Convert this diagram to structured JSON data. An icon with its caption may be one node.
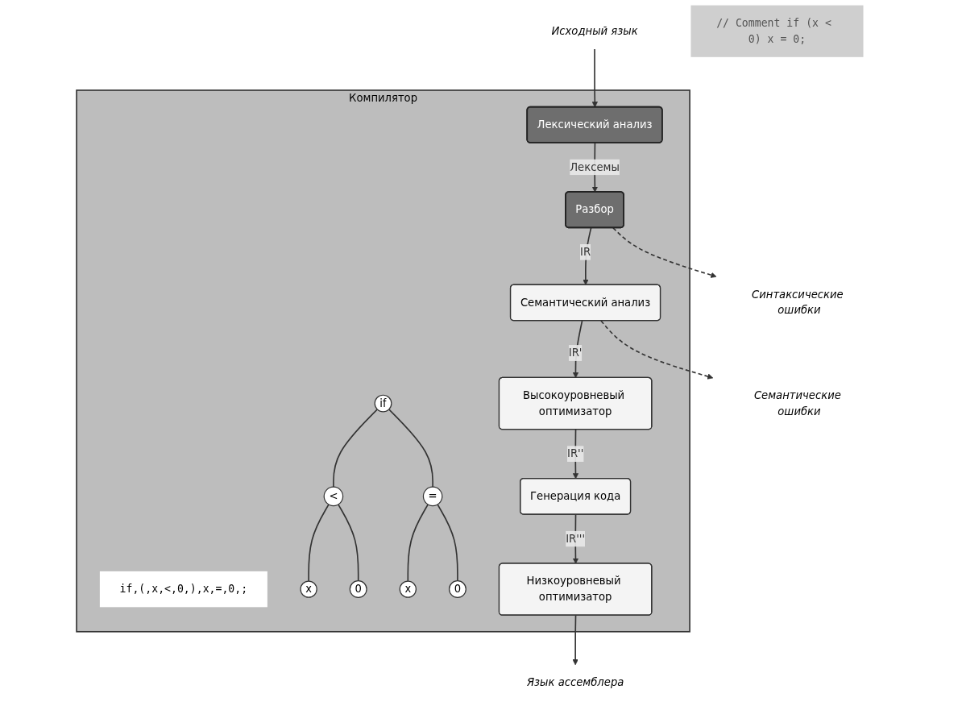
{
  "diagram": {
    "nodes": [
      {
        "text": [
          "Исходный язык"
        ]
      },
      {
        "text": [
          "// Comment if (x < 0) x = 0;"
        ]
      },
      {
        "text": [
          "Компилятор"
        ]
      },
      {
        "text": [
          "Лексический анализ"
        ],
        "in": 2
      },
      {
        "text": [
          "if,(,x,<,0,),x,=,0,;"
        ],
        "in": 2
      },
      {
        "text": [
          "Разбор"
        ],
        "in": 2
      },
      {
        "text": [
          "Семантический анализ"
        ],
        "in": 2
      },
      {
        "text": [
          "Высокоуровневый оптимизатор"
        ],
        "in": 2
      },
      {
        "text": [
          "Генерация кода"
        ],
        "in": 2
      },
      {
        "text": [
          "if"
        ],
        "in": 2
      },
      {
        "text": [
          "<"
        ],
        "in": 2
      },
      {
        "text": [
          "="
        ],
        "in": 2
      },
      {
        "text": [
          "x"
        ],
        "in": 2
      },
      {
        "text": [
          "0"
        ],
        "in": 2
      },
      {
        "text": [
          "x"
        ],
        "in": 2
      },
      {
        "text": [
          "0"
        ],
        "in": 2
      },
      {
        "text": [
          "Низкоуровневый оптимизатор"
        ],
        "in": 2
      },
      {
        "text": [
          "Синтаксические ошибки"
        ]
      },
      {
        "text": [
          "Семантические ошибки"
        ]
      },
      {
        "text": [
          "Язык ассемблера"
        ]
      }
    ],
    "edges": [
      {
        "from": 0,
        "to": 3,
        "arrow": "to"
      },
      {
        "from": 3,
        "to": 5,
        "arrow": "to",
        "label": "Лексемы"
      },
      {
        "from": 5,
        "to": 6,
        "arrow": "to",
        "label": "IR"
      },
      {
        "from": 6,
        "to": 7,
        "arrow": "to",
        "label": "IR'"
      },
      {
        "from": 7,
        "to": 8,
        "arrow": "to",
        "label": "IR''"
      },
      {
        "from": 8,
        "to": 16,
        "arrow": "to",
        "label": "IR'''"
      },
      {
        "from": 5,
        "to": 17,
        "arrow": "to",
        "style": "dashed"
      },
      {
        "from": 6,
        "to": 18,
        "arrow": "to",
        "style": "dashed"
      },
      {
        "from": 16,
        "to": 19,
        "arrow": "to"
      },
      {
        "from": 9,
        "to": 10,
        "arrow": "none"
      },
      {
        "from": 9,
        "to": 11,
        "arrow": "none"
      },
      {
        "from": 10,
        "to": 12,
        "arrow": "none"
      },
      {
        "from": 10,
        "to": 13,
        "arrow": "none"
      },
      {
        "from": 11,
        "to": 14,
        "arrow": "none"
      },
      {
        "from": 11,
        "to": 15,
        "arrow": "none"
      }
    ]
  }
}
